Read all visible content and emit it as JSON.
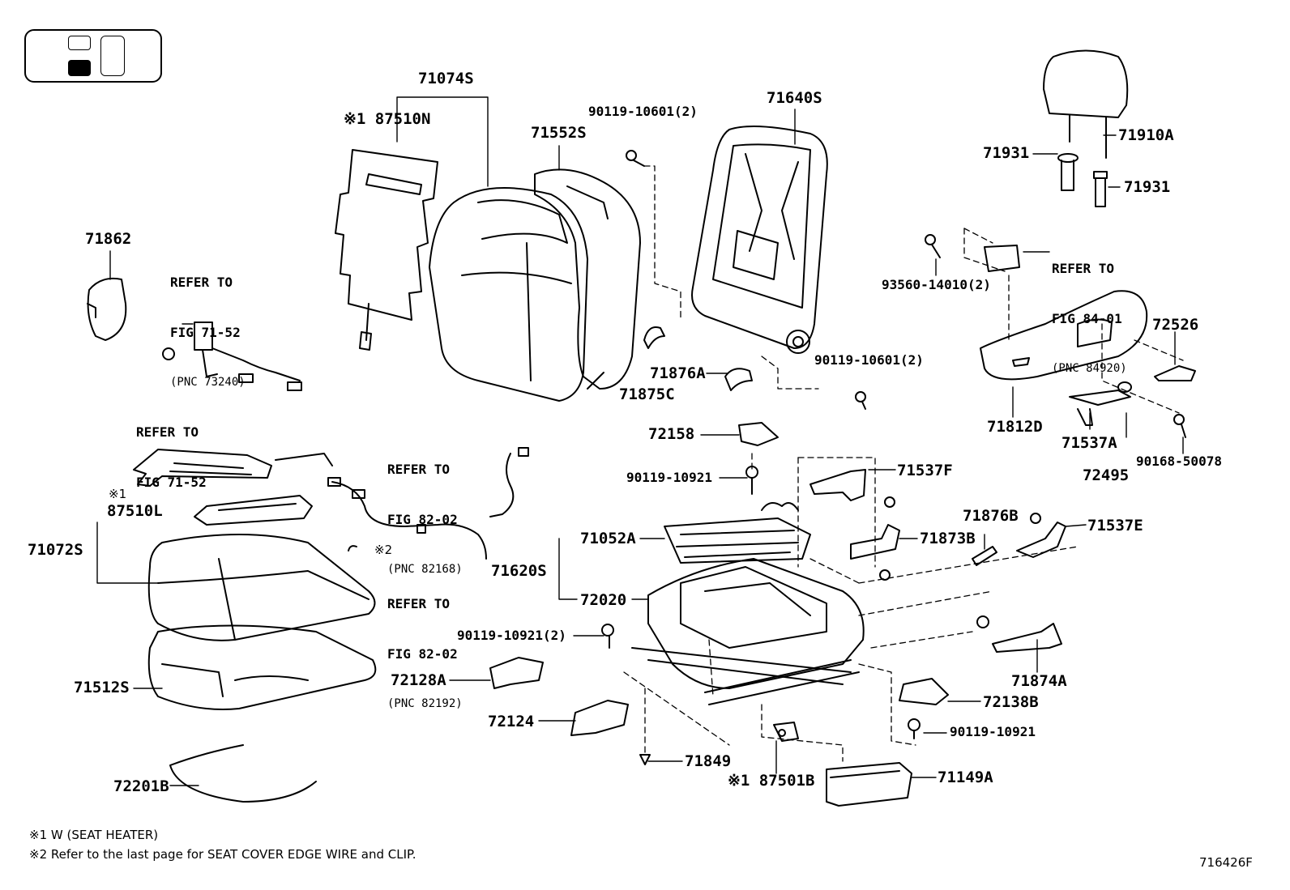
{
  "parts": {
    "p71074S": "71074S",
    "p87510N": "※1 87510N",
    "p71552S": "71552S",
    "p90119_10601a": "90119-10601(2)",
    "p71640S": "71640S",
    "p71910A": "71910A",
    "p71931a": "71931",
    "p71931b": "71931",
    "p93560": "93560-14010(2)",
    "p71862": "71862",
    "p72526": "72526",
    "p71876A": "71876A",
    "p71875C": "71875C",
    "p90119_10601b": "90119-10601(2)",
    "p71812D": "71812D",
    "p71537A": "71537A",
    "p72495": "72495",
    "p90168": "90168-50078",
    "p72158": "72158",
    "p90119_10921a": "90119-10921",
    "p71537F": "71537F",
    "p87510L_mark": "※1",
    "p87510L": "87510L",
    "p71876B": "71876B",
    "p71537E": "71537E",
    "p71072S": "71072S",
    "p71052A": "71052A",
    "p71873B": "71873B",
    "p71620S": "71620S",
    "p72020": "72020",
    "p90119_10921b": "90119-10921(2)",
    "p71874A": "71874A",
    "p71512S": "71512S",
    "p72128A": "72128A",
    "p72138B": "72138B",
    "p72124": "72124",
    "p90119_10921c": "90119-10921",
    "p71849": "71849",
    "p87501B": "※1 87501B",
    "p71149A": "71149A",
    "p72201B": "72201B",
    "clip_mark": "※2"
  },
  "refs": {
    "r1": {
      "line1": "REFER TO",
      "line2": "FIG 71-52",
      "pnc": "(PNC 73240)"
    },
    "r2": {
      "line1": "REFER TO",
      "line2": "FIG 71-52"
    },
    "r3": {
      "line1": "REFER TO",
      "line2": "FIG 84-01",
      "pnc": "(PNC 84920)"
    },
    "r4": {
      "line1": "REFER TO",
      "line2": "FIG 82-02",
      "pnc": "(PNC 82168)"
    },
    "r5": {
      "line1": "REFER TO",
      "line2": "FIG 82-02",
      "pnc": "(PNC 82192)"
    }
  },
  "notes": {
    "n1": "※1 W (SEAT HEATER)",
    "n2": "※2 Refer to the last page for SEAT COVER EDGE WIRE and CLIP."
  },
  "figure_id": "716426F"
}
